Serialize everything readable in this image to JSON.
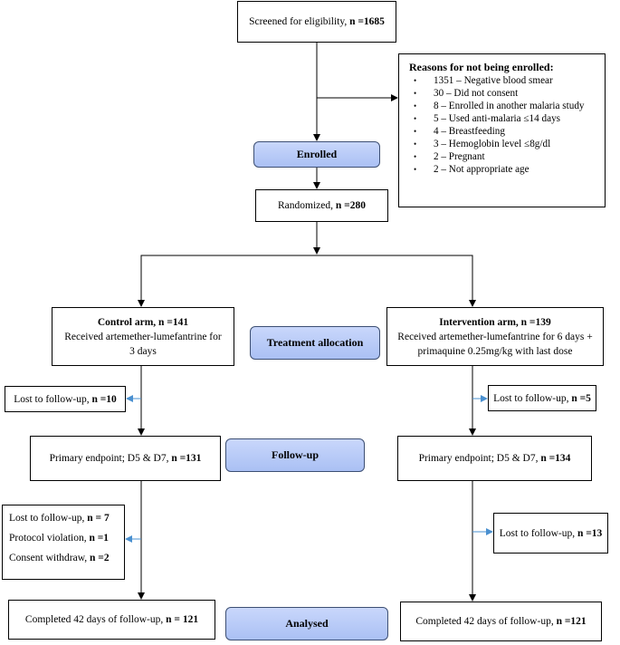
{
  "screened": {
    "label": "Screened for eligibility, ",
    "n": "n =1685"
  },
  "reasons": {
    "title": "Reasons for not being enrolled:",
    "items": [
      "1351 – Negative blood smear",
      "30 – Did not consent",
      "8 – Enrolled in another malaria study",
      "5 – Used anti-malaria ≤14 days",
      "4 – Breastfeeding",
      "3 – Hemoglobin level ≤8g/dl",
      "2 – Pregnant",
      "2 – Not appropriate age"
    ]
  },
  "stages": {
    "enrolled": "Enrolled",
    "treatment_allocation": "Treatment allocation",
    "follow_up": "Follow-up",
    "analysed": "Analysed"
  },
  "randomized": {
    "label": "Randomized, ",
    "n": "n =280"
  },
  "control_arm": {
    "title": "Control arm, n =141",
    "desc_line1": "Received artemether-lumefantrine for",
    "desc_line2": "3 days"
  },
  "intervention_arm": {
    "title": "Intervention arm, n =139",
    "desc_line1": "Received artemether-lumefantrine for 6 days +",
    "desc_line2": "primaquine 0.25mg/kg with last dose"
  },
  "control_lost1": {
    "label": "Lost to follow-up, ",
    "n": "n =10"
  },
  "intervention_lost1": {
    "label": "Lost to follow-up, ",
    "n": "n =5"
  },
  "control_primary": {
    "label": "Primary endpoint; D5 & D7, ",
    "n": "n =131"
  },
  "intervention_primary": {
    "label": "Primary endpoint; D5 & D7, ",
    "n": "n =134"
  },
  "control_lost2": {
    "lost_label": "Lost to follow-up, ",
    "lost_n": "n = 7",
    "protocol_label": "Protocol violation, ",
    "protocol_n": "n =1",
    "consent_label": "Consent withdraw, ",
    "consent_n": "n =2"
  },
  "intervention_lost2": {
    "label": "Lost to follow-up, ",
    "n": "n =13"
  },
  "control_completed": {
    "label": "Completed 42 days of follow-up, ",
    "n": "n = 121"
  },
  "intervention_completed": {
    "label": "Completed 42 days of follow-up, ",
    "n": "n =121"
  }
}
